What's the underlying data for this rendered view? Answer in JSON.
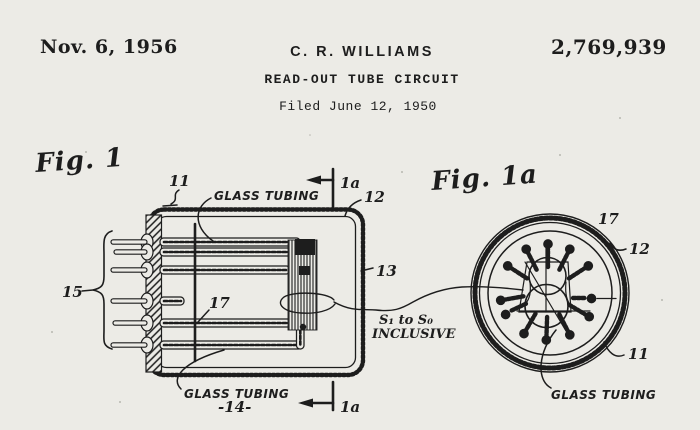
{
  "page": {
    "background_color": "#ecebe6",
    "ink_color": "#1d1d1d"
  },
  "header": {
    "date": "Nov. 6, 1956",
    "inventor": "C. R. WILLIAMS",
    "patent_number": "2,769,939",
    "title": "READ-OUT TUBE CIRCUIT",
    "filed": "Filed June 12, 1950"
  },
  "figure1": {
    "label": "Fig. 1",
    "section_marker_top": "1a",
    "section_marker_bottom": "1a",
    "refs": {
      "r11": "11",
      "r12": "12",
      "r13": "13",
      "r14": "-14-",
      "r15": "15",
      "r17": "17"
    },
    "notes": {
      "glass_tubing_top": "GLASS TUBING",
      "glass_tubing_bottom": "GLASS TUBING",
      "s_range_line1": "S₁ to S₀",
      "s_range_line2": "INCLUSIVE"
    }
  },
  "figure1a": {
    "label": "Fig. 1a",
    "refs": {
      "r11": "11",
      "r12": "12",
      "r17": "17"
    },
    "notes": {
      "glass_tubing": "GLASS TUBING"
    }
  }
}
